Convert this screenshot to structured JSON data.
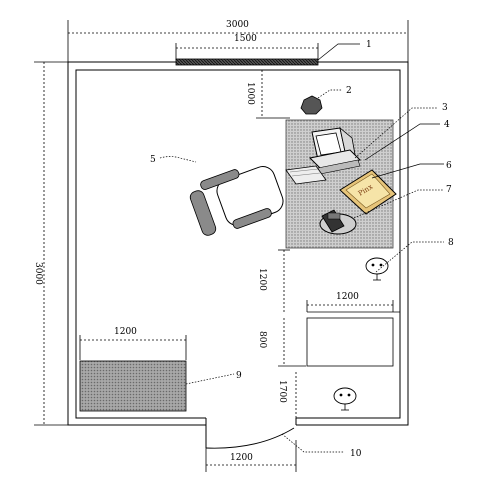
{
  "dimensions": {
    "overall_width": "3000",
    "window_width": "1500",
    "window_offset": "1000",
    "overall_depth": "3000",
    "desk_to_door": "1200",
    "desk_length": "1200",
    "cabinet_depth": "800",
    "door_side": "1700",
    "sofa_length": "1200",
    "door_width": "1200"
  },
  "callouts": {
    "c1": "1",
    "c2": "2",
    "c3": "3",
    "c4": "4",
    "c5": "5",
    "c6": "6",
    "c7": "7",
    "c8": "8",
    "c9": "9",
    "c10": "10"
  },
  "art_text": "Pinx",
  "colors": {
    "line": "#000000",
    "desk_gray": "#bdbdbd",
    "sofa_gray": "#9a9a9a",
    "pad_tan": "#e6c47a"
  }
}
